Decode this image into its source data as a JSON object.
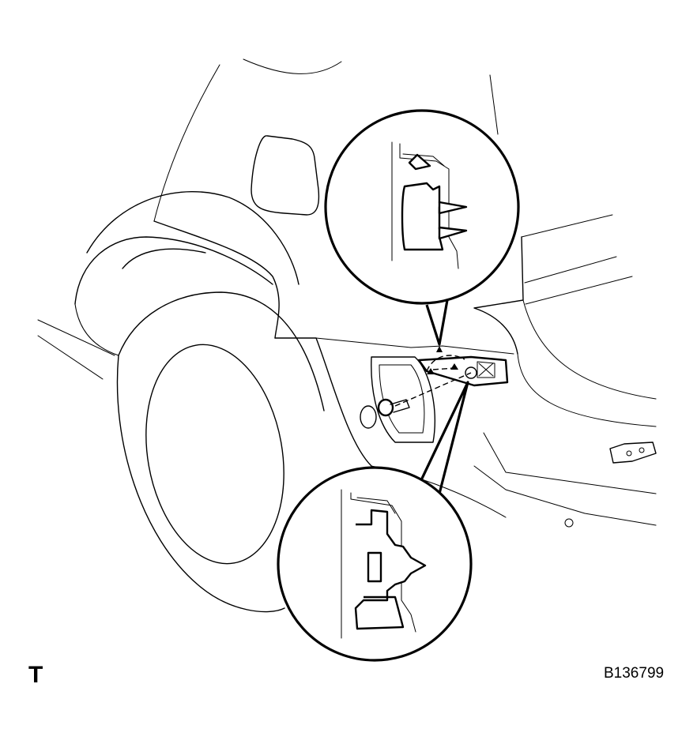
{
  "figure": {
    "code_letter": "T",
    "figure_id": "B136799"
  },
  "icons": [
    "vehicle-rear-quarter-outline",
    "clip-detail-upper",
    "clip-detail-lower",
    "bolt-icon",
    "bracket-part"
  ],
  "colors": {
    "line": "#000000",
    "background": "#ffffff"
  }
}
